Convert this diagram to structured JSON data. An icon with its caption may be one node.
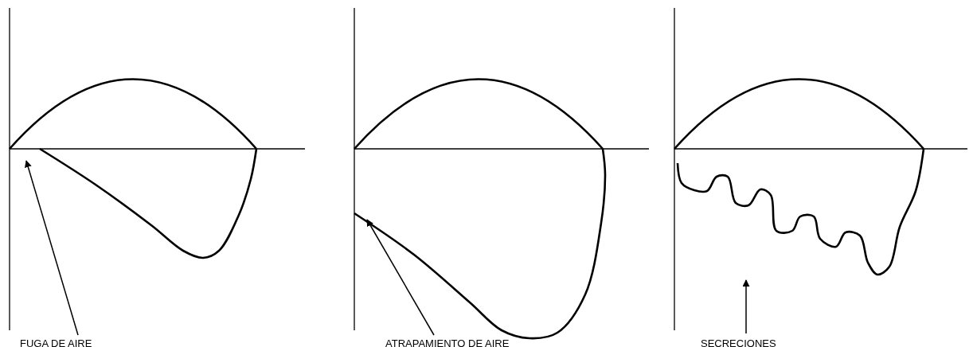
{
  "diagram": {
    "nodes": [
      {
        "text": [
          "FUGA DE AIRE"
        ]
      },
      {
        "text": [
          "ATRAPAMIENTO DE AIRE"
        ]
      },
      {
        "text": [
          "SECRECIONES"
        ]
      }
    ],
    "edges": [
      {
        "from": 0,
        "to": null,
        "arrow": "to"
      },
      {
        "from": 1,
        "to": null,
        "arrow": "to"
      },
      {
        "from": 2,
        "to": null,
        "arrow": "to"
      }
    ]
  }
}
